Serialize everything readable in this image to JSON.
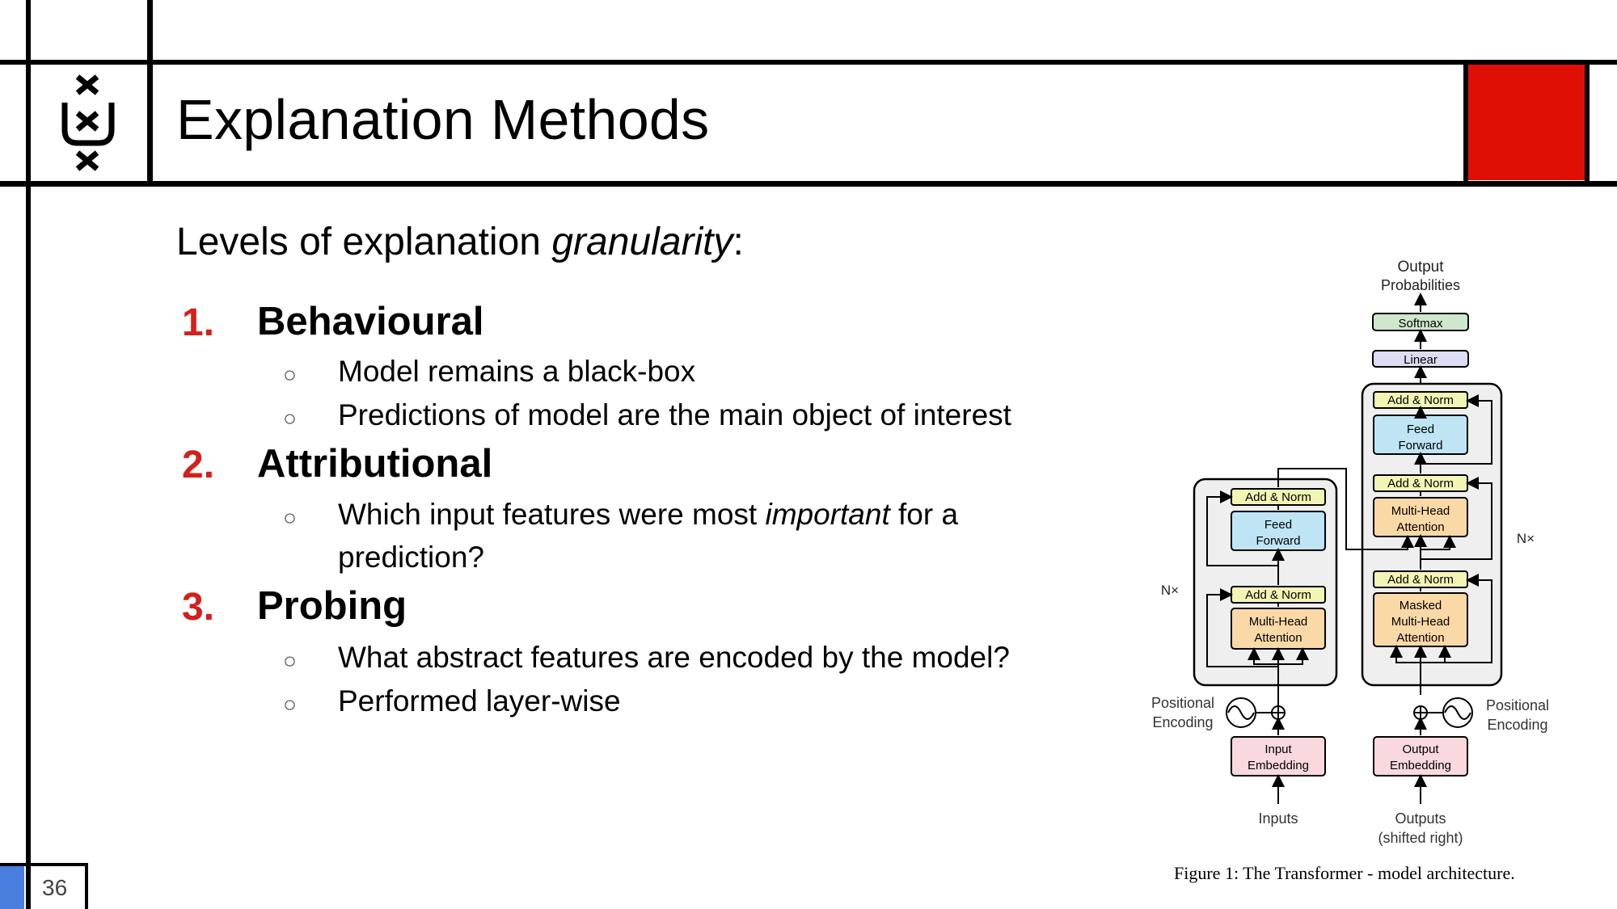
{
  "slide": {
    "title": "Explanation Methods",
    "page_number": "36",
    "colors": {
      "accent_red": "#e00f06",
      "accent_blue": "#4a7fe0",
      "level_number_red": "#d41f1b"
    }
  },
  "logo": {
    "icon": "uva-xxx-logo-icon"
  },
  "content": {
    "intro_prefix": "Levels of explanation ",
    "intro_emphasis": "granularity",
    "intro_suffix": ":",
    "levels": [
      {
        "number": "1.",
        "title": "Behavioural",
        "bullet": "○",
        "items": [
          "Model remains a black-box",
          "Predictions of model are the main object of interest"
        ]
      },
      {
        "number": "2.",
        "title": "Attributional",
        "bullet": "○",
        "item_prefix": "Which input features were most ",
        "item_emphasis": "important",
        "item_suffix": " for a",
        "item_line2": "prediction?"
      },
      {
        "number": "3.",
        "title": "Probing",
        "bullet": "○",
        "items": [
          "What abstract features are encoded by the model?",
          "Performed layer-wise"
        ]
      }
    ]
  },
  "figure": {
    "caption": "Figure 1: The Transformer - model architecture.",
    "output_label": [
      "Output",
      "Probabilities"
    ],
    "softmax": "Softmax",
    "linear": "Linear",
    "add_norm": "Add & Norm",
    "feed_forward": [
      "Feed",
      "Forward"
    ],
    "multi_head": [
      "Multi-Head",
      "Attention"
    ],
    "masked_multi_head": [
      "Masked",
      "Multi-Head",
      "Attention"
    ],
    "nx": "N×",
    "positional_encoding": [
      "Positional",
      "Encoding"
    ],
    "input_embedding": [
      "Input",
      "Embedding"
    ],
    "output_embedding": [
      "Output",
      "Embedding"
    ],
    "inputs": "Inputs",
    "outputs": [
      "Outputs",
      "(shifted right)"
    ],
    "colors": {
      "add_norm": "#f3f5b5",
      "feed_forward": "#bfe4f4",
      "attention": "#fbd9a7",
      "embedding": "#f9d9dd",
      "softmax": "#cfe7cd",
      "linear": "#dcdcf3",
      "stack_bg": "#efefef"
    }
  }
}
